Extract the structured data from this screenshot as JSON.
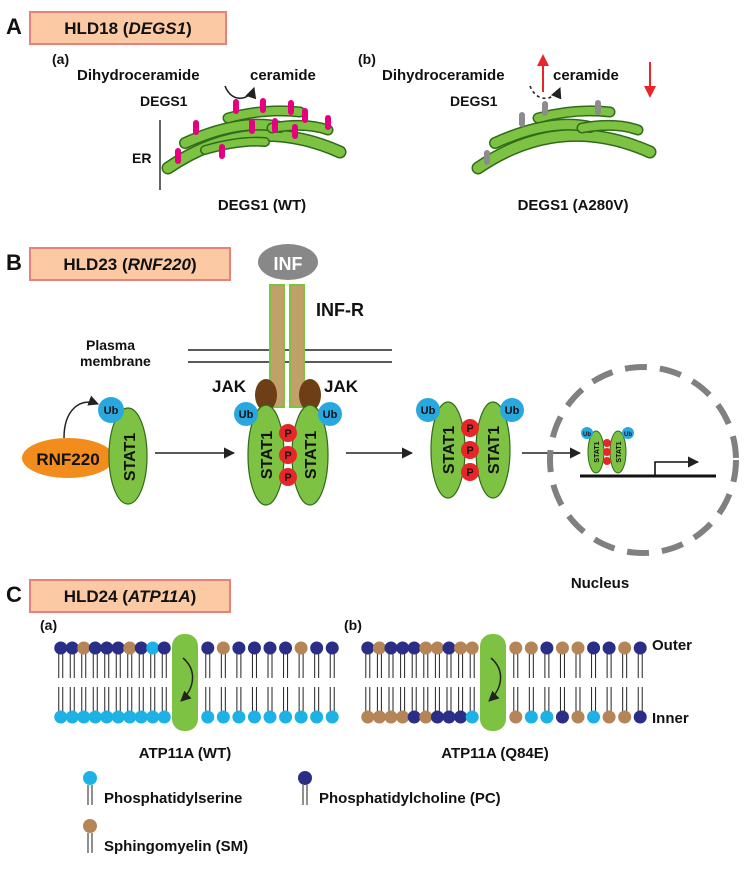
{
  "panels": {
    "A": {
      "letter": "A",
      "title_prefix": "HLD18 (",
      "gene": "DEGS1",
      "title_suffix": ")",
      "a": {
        "tag": "(a)",
        "substrate": "Dihydroceramide",
        "product": "ceramide",
        "enzyme": "DEGS1",
        "organelle": "ER",
        "caption": "DEGS1 (WT)"
      },
      "b": {
        "tag": "(b)",
        "substrate": "Dihydroceramide",
        "product": "ceramide",
        "enzyme": "DEGS1",
        "caption": "DEGS1 (A280V)"
      }
    },
    "B": {
      "letter": "B",
      "title_prefix": "HLD23 (",
      "gene": "RNF220",
      "title_suffix": ")",
      "ligand": "INF",
      "receptor": "INF-R",
      "membrane_line1": "Plasma",
      "membrane_line2": "membrane",
      "kinase": "JAK",
      "ubiquitin": "Ub",
      "phospho": "P",
      "ligase": "RNF220",
      "stat": "STAT1",
      "nucleus": "Nucleus"
    },
    "C": {
      "letter": "C",
      "title_prefix": "HLD24 (",
      "gene": "ATP11A",
      "title_suffix": ")",
      "a": {
        "tag": "(a)",
        "caption": "ATP11A (WT)"
      },
      "b": {
        "tag": "(b)",
        "caption": "ATP11A (Q84E)"
      },
      "outer": "Outer",
      "inner": "Inner",
      "legend": {
        "ps": "Phosphatidylserine",
        "pc": "Phosphatidylcholine (PC)",
        "sm": "Sphingomyelin (SM)"
      }
    }
  },
  "colors": {
    "title_fill": "#fbc9a4",
    "title_border": "#e9807a",
    "er_green": "#7dc242",
    "green_stroke": "#2f6b1a",
    "degs1_magenta": "#e6007e",
    "degs1_gray": "#8c8c8c",
    "up_red": "#e8262a",
    "ub_blue": "#29a8e0",
    "p_red": "#e8262a",
    "rnf220_orange": "#f28c1d",
    "jak_brown": "#6e3f17",
    "receptor_tan": "#c2a06a",
    "inf_gray": "#888888",
    "nucleus_gray": "#808080",
    "ps_cyan": "#1cb2e6",
    "pc_navy": "#2b2e87",
    "sm_brown": "#b58457",
    "flippase_green": "#7dc242"
  },
  "bilayer_a": {
    "outer": [
      "pc",
      "pc",
      "sm",
      "pc",
      "pc",
      "pc",
      "sm",
      "pc",
      "ps",
      "pc",
      "pc",
      "sm",
      "pc",
      "pc",
      "pc",
      "pc",
      "sm",
      "pc",
      "pc"
    ],
    "inner": [
      "ps",
      "ps",
      "ps",
      "ps",
      "ps",
      "ps",
      "ps",
      "ps",
      "ps",
      "ps",
      "ps",
      "ps",
      "ps",
      "ps",
      "ps",
      "ps",
      "ps",
      "ps",
      "ps"
    ]
  },
  "bilayer_b": {
    "outer": [
      "pc",
      "sm",
      "pc",
      "pc",
      "pc",
      "sm",
      "sm",
      "pc",
      "sm",
      "sm",
      "sm",
      "sm",
      "pc",
      "sm",
      "sm",
      "pc",
      "pc",
      "sm",
      "pc"
    ],
    "inner": [
      "sm",
      "sm",
      "sm",
      "sm",
      "pc",
      "sm",
      "pc",
      "pc",
      "pc",
      "ps",
      "sm",
      "ps",
      "ps",
      "pc",
      "sm",
      "ps",
      "sm",
      "sm",
      "pc"
    ]
  }
}
